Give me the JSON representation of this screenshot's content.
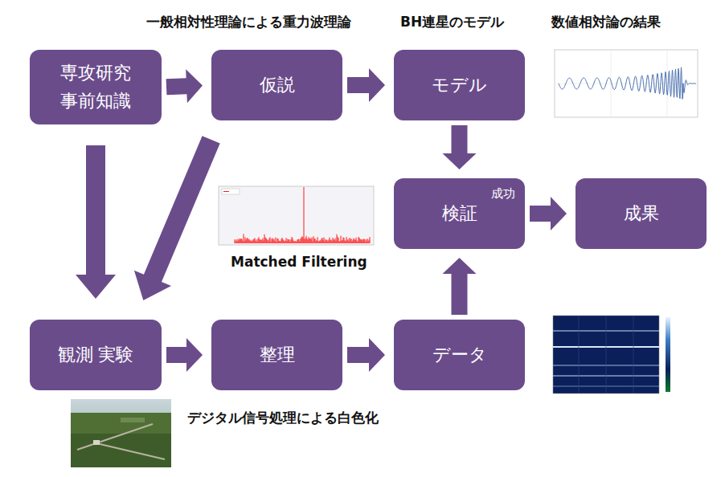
{
  "diagram": {
    "nodes": [
      {
        "text": [
          "専攻研究 事前知識"
        ]
      },
      {
        "text": [
          "仮説"
        ]
      },
      {
        "text": [
          "モデル"
        ]
      },
      {
        "text": [
          "検証",
          "成功"
        ]
      },
      {
        "text": [
          "成果"
        ]
      },
      {
        "text": [
          "観測 実験"
        ]
      },
      {
        "text": [
          "整理"
        ]
      },
      {
        "text": [
          "データ"
        ]
      }
    ],
    "edges": [
      {
        "from": 0,
        "to": 1,
        "arrow": "to"
      },
      {
        "from": 1,
        "to": 2,
        "arrow": "to"
      },
      {
        "from": 2,
        "to": 3,
        "arrow": "to"
      },
      {
        "from": 3,
        "to": 4,
        "arrow": "to"
      },
      {
        "from": 0,
        "to": 5,
        "arrow": "to"
      },
      {
        "from": 1,
        "to": 5,
        "arrow": "to"
      },
      {
        "from": 5,
        "to": 6,
        "arrow": "to"
      },
      {
        "from": 6,
        "to": 7,
        "arrow": "to"
      },
      {
        "from": 7,
        "to": 3,
        "arrow": "to"
      }
    ],
    "labels": [
      "一般相対性理論による重力波理論",
      "BH連星のモデル",
      "数値相対論の結果",
      "Matched Filtering",
      "デジタル信号処理による白色化"
    ]
  }
}
